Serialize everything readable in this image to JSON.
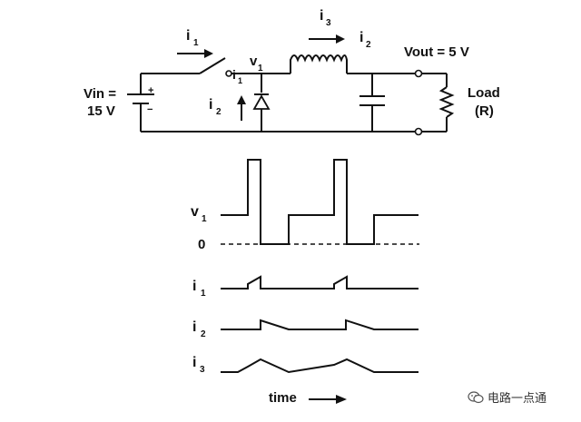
{
  "circuit": {
    "vin_label_1": "Vin =",
    "vin_label_2": "15 V",
    "i1_label": "i",
    "i1_sub": "1",
    "i3_label": "i",
    "i3_sub": "3",
    "i2_top_label": "i",
    "i2_top_sub": "2",
    "v1_label": "v",
    "v1_sub": "1",
    "i2_diode_label": "i",
    "i2_diode_sub": "2",
    "vout_label": "Vout = 5 V",
    "load_label_1": "Load",
    "load_label_2": "(R)",
    "plus_sign": "+",
    "minus_sign": "−"
  },
  "waveforms": {
    "v1_label": "v",
    "v1_sub": "1",
    "zero_label": "0",
    "i1_label": "i",
    "i1_sub": "1",
    "i2_label": "i",
    "i2_sub": "2",
    "i3_label": "i",
    "i3_sub": "3",
    "time_label": "time"
  },
  "watermark": {
    "text": "电路一点通",
    "icon": "wechat-icon"
  }
}
